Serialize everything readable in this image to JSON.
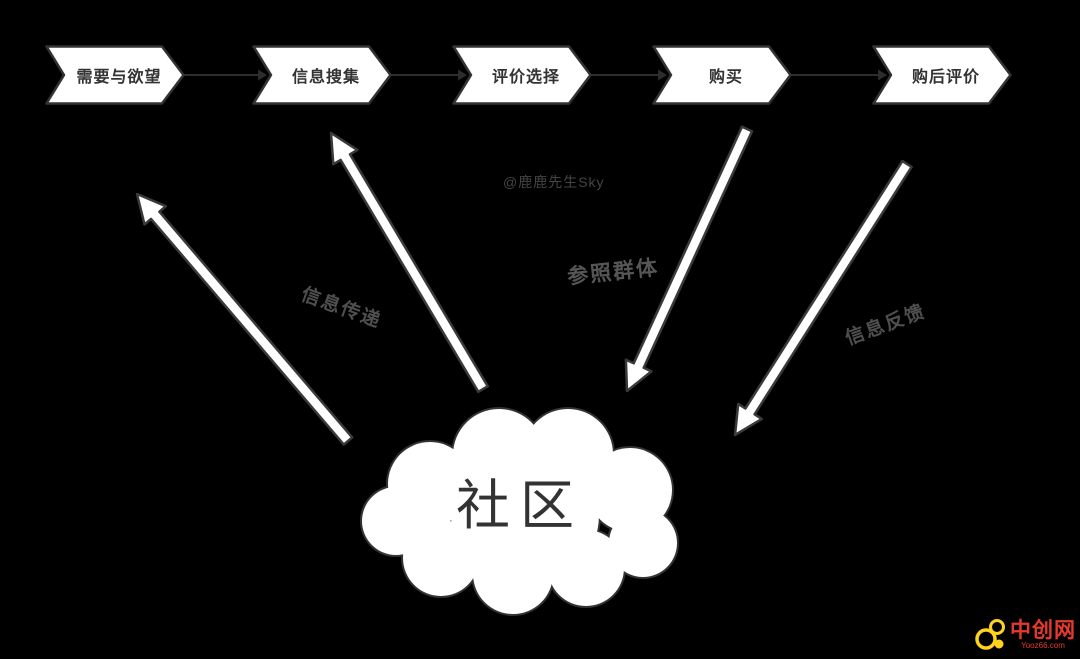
{
  "colors": {
    "background": "#000000",
    "shape_fill": "#ffffff",
    "shape_stroke": "#333333",
    "shape_text": "#333333",
    "connector": "#2d2d2d",
    "flow_label_text": "#4f4f4f",
    "watermark_text": "#454545",
    "logo_red": "#e8392f",
    "logo_yellow": "#ffd21e"
  },
  "process_steps": [
    {
      "label": "需要与欲望"
    },
    {
      "label": "信息搜集"
    },
    {
      "label": "评价选择"
    },
    {
      "label": "购买"
    },
    {
      "label": "购后评价"
    }
  ],
  "cloud_label": "社区",
  "flows": [
    {
      "label": "信息传递",
      "from": "社区",
      "to": "需要与欲望"
    },
    {
      "label": "",
      "from": "社区",
      "to": "信息搜集"
    },
    {
      "label": "参照群体",
      "from": "购买",
      "to": "社区"
    },
    {
      "label": "信息反馈",
      "from": "购后评价",
      "to": "社区"
    }
  ],
  "watermark": "@鹿鹿先生Sky",
  "logo": {
    "title": "中创网",
    "subtitle": "Yooz66.com"
  }
}
